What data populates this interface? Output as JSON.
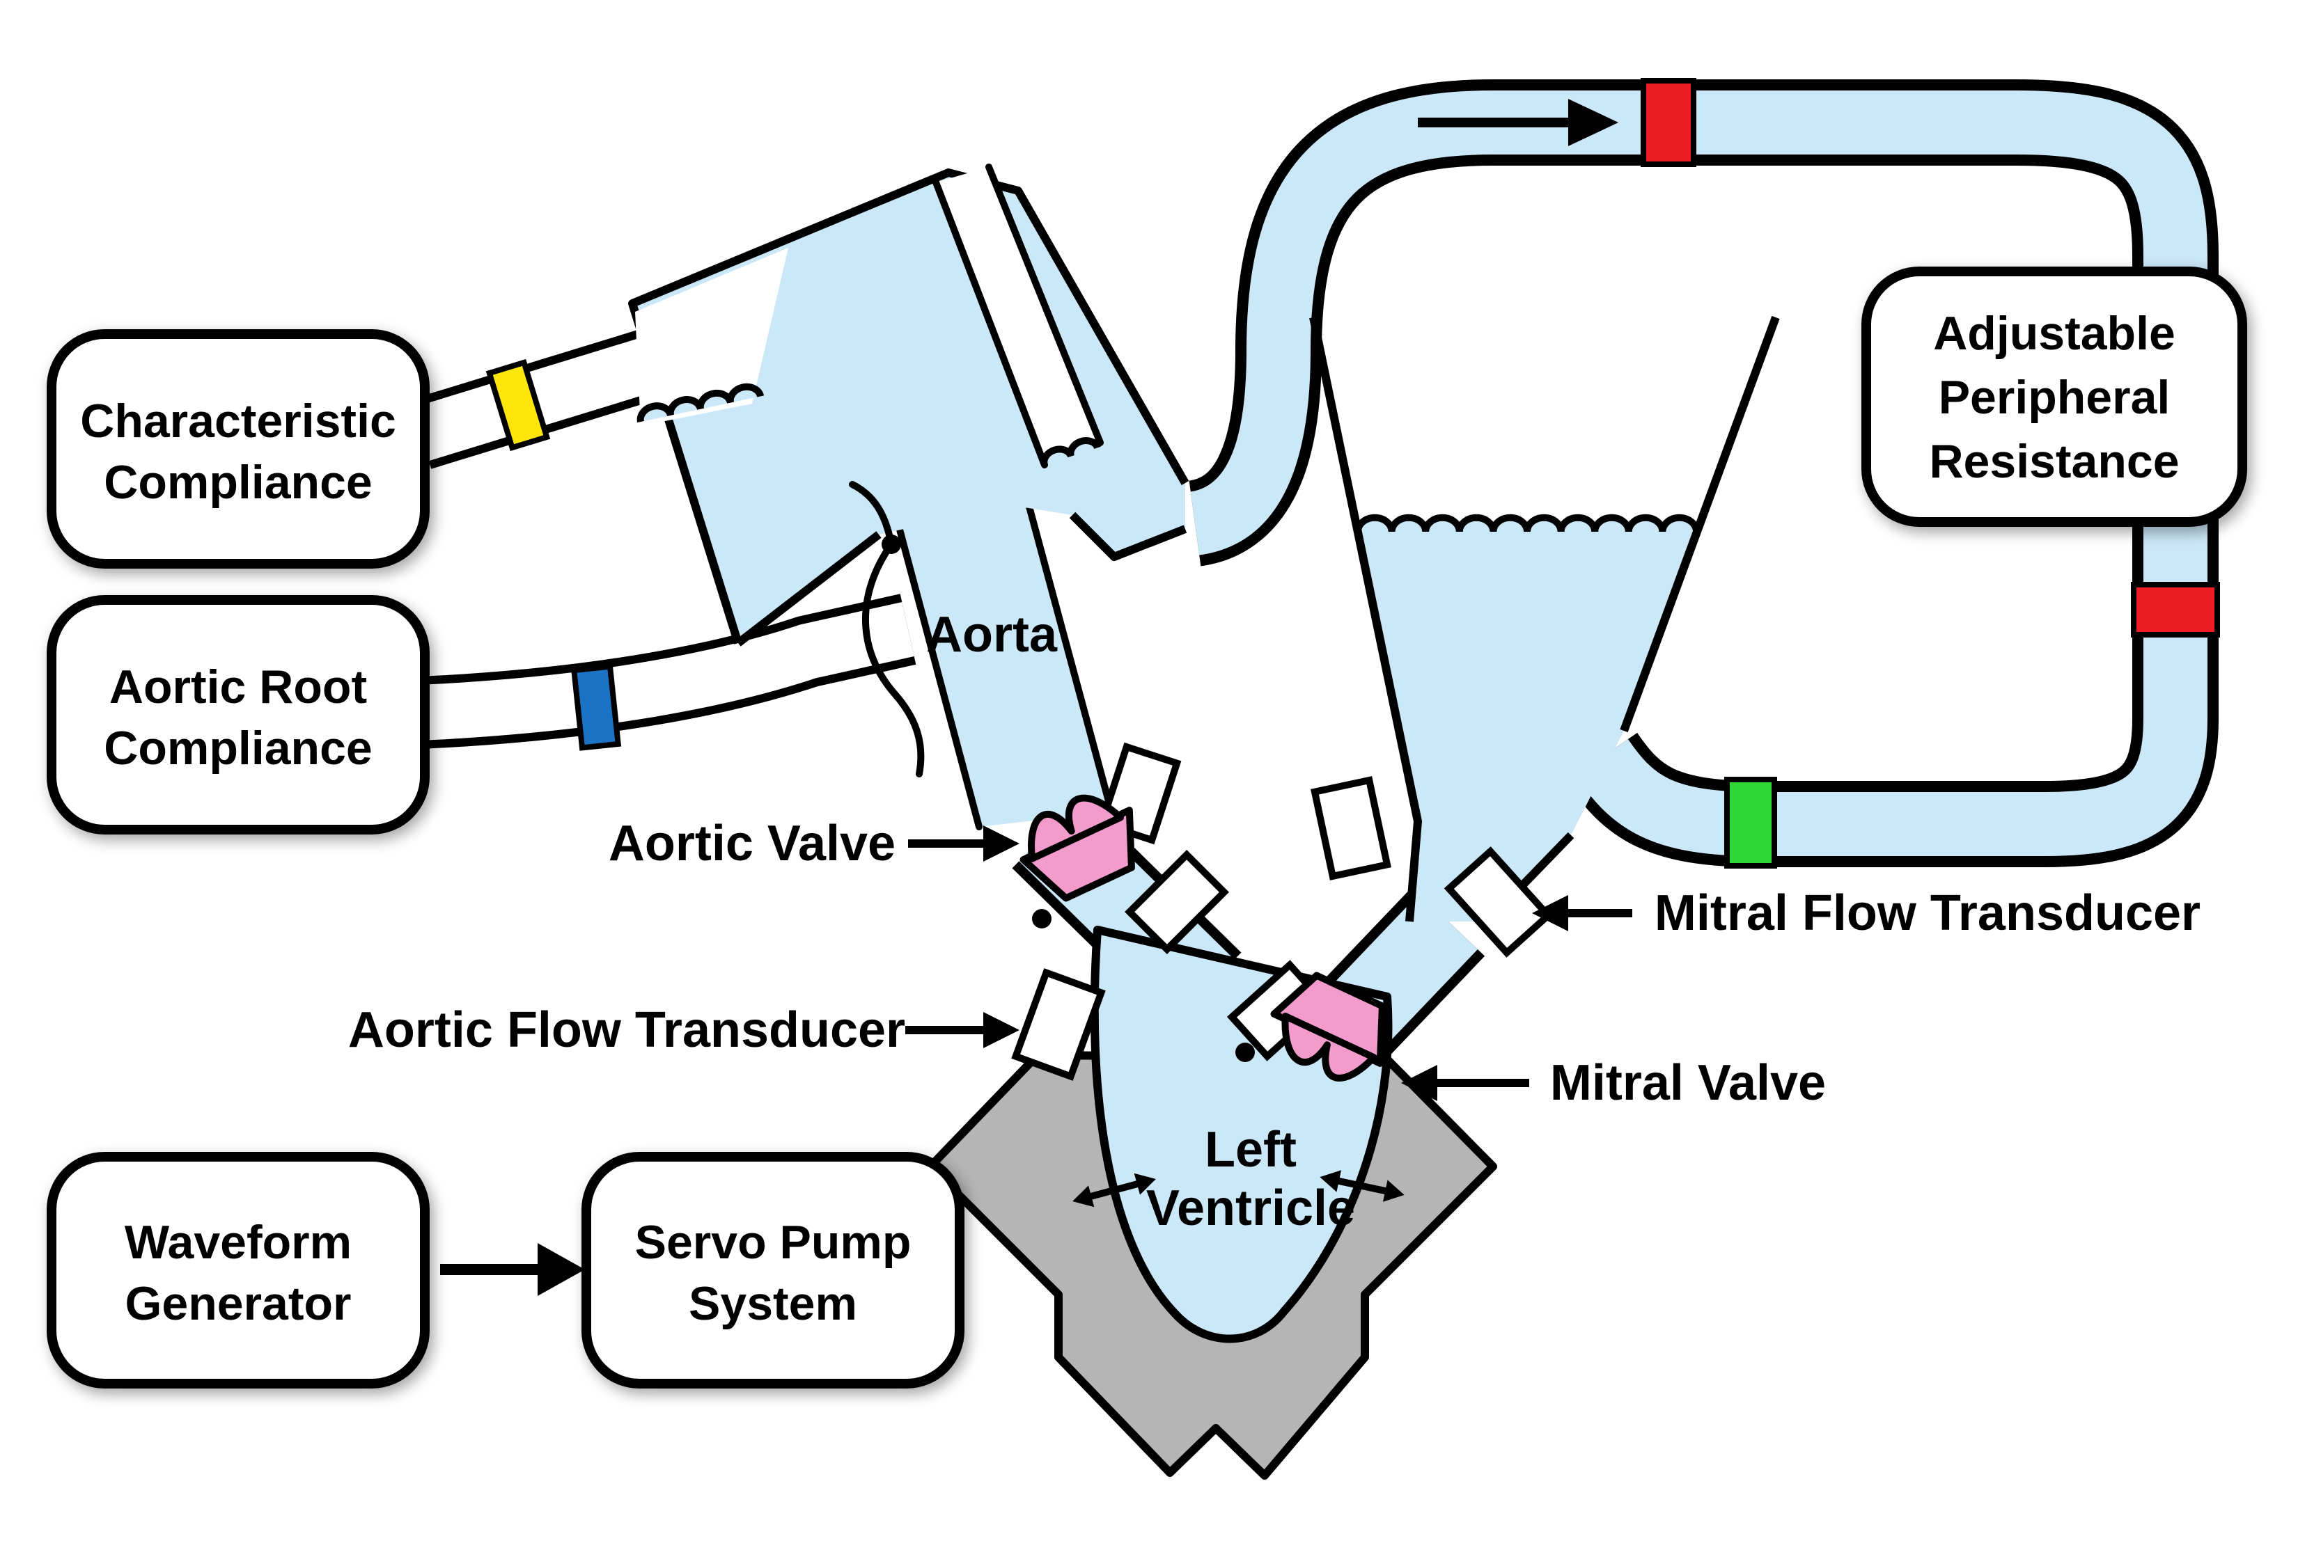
{
  "boxes": {
    "characteristic_compliance": {
      "line1": "Characteristic",
      "line2": "Compliance"
    },
    "aortic_root_compliance": {
      "line1": "Aortic Root",
      "line2": "Compliance"
    },
    "waveform_generator": {
      "line1": "Waveform",
      "line2": "Generator"
    },
    "servo_pump_system": {
      "line1": "Servo Pump",
      "line2": "System"
    },
    "adjustable_peripheral_resistance": {
      "line1": "Adjustable",
      "line2": "Peripheral",
      "line3": "Resistance"
    }
  },
  "labels": {
    "aorta": "Aorta",
    "aortic_valve": "Aortic Valve",
    "aortic_flow_transducer": "Aortic Flow Transducer",
    "mitral_flow_transducer": "Mitral Flow Transducer",
    "mitral_valve": "Mitral Valve",
    "left_ventricle_line1": "Left",
    "left_ventricle_line2": "Ventricle"
  },
  "colors": {
    "fluid_blue": "#cbe8f8",
    "valve_pink": "#f49bcd",
    "marker_red": "#ee1c23",
    "marker_yellow": "#ffe60a",
    "marker_blue": "#1a73c4",
    "marker_green": "#2ed636",
    "housing_gray": "#b5b5b5",
    "outline_black": "#000000"
  }
}
